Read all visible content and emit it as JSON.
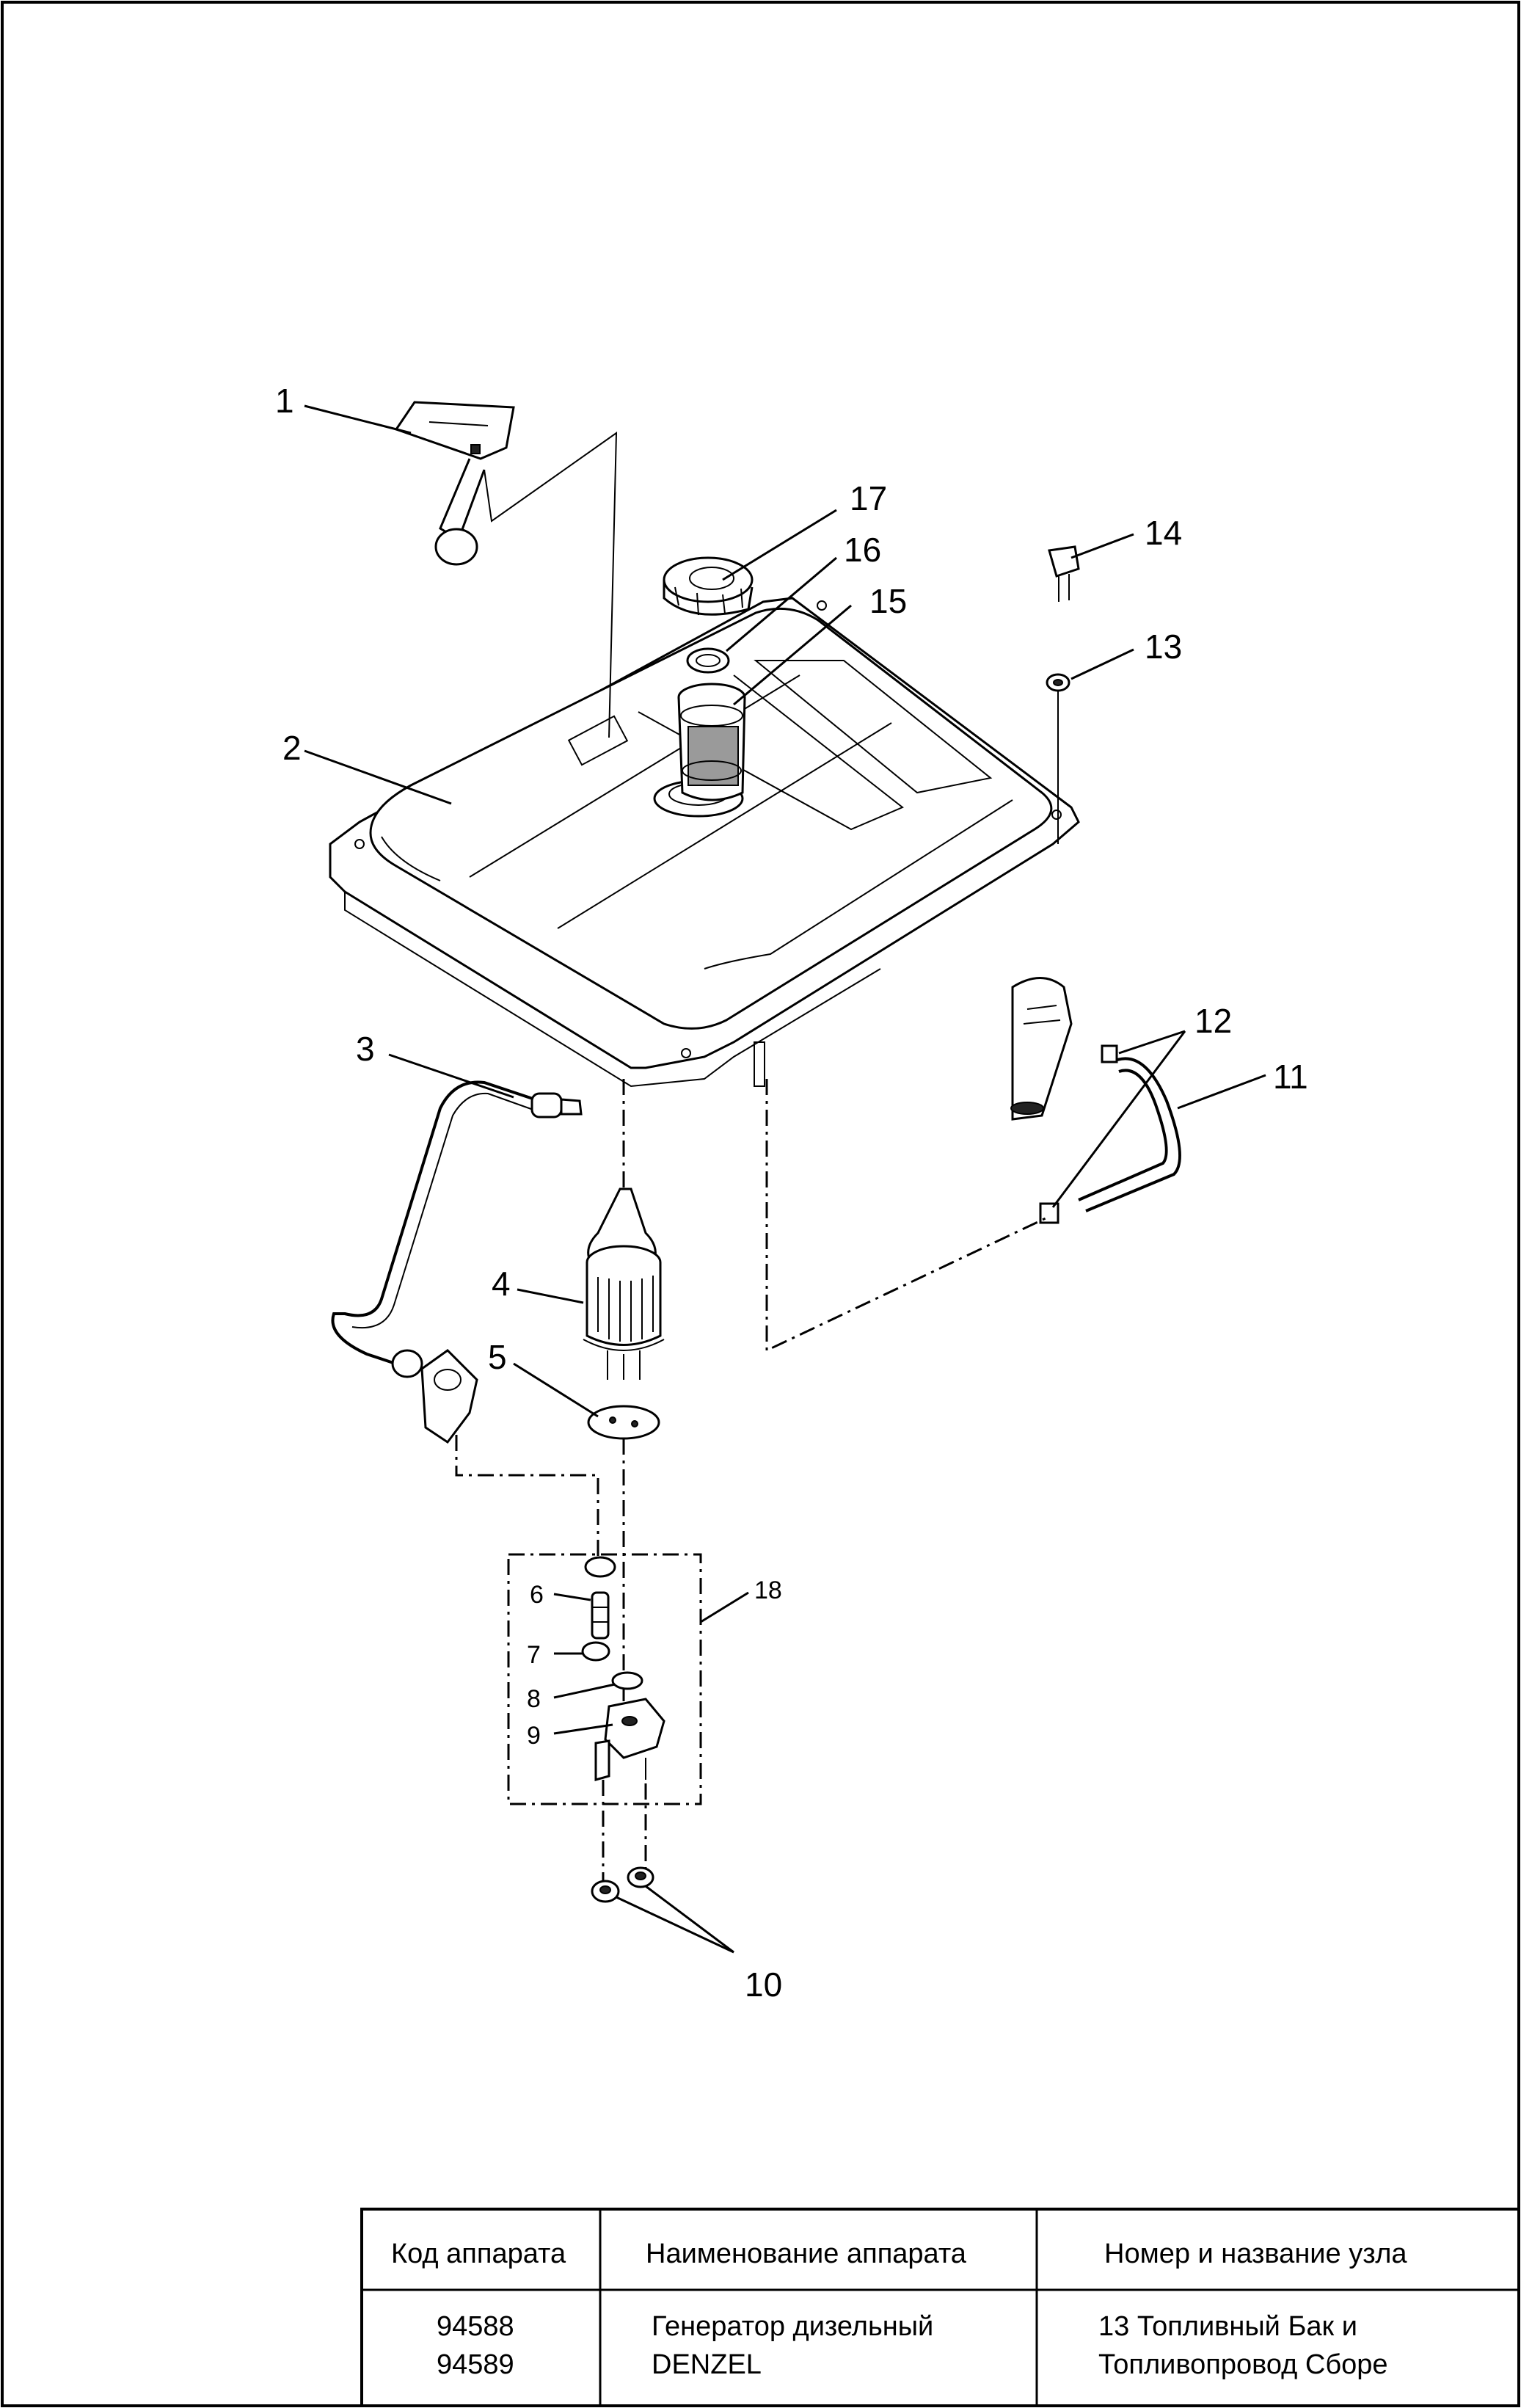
{
  "callouts": {
    "c1": "1",
    "c2": "2",
    "c3": "3",
    "c4": "4",
    "c5": "5",
    "c6": "6",
    "c7": "7",
    "c8": "8",
    "c9": "9",
    "c10": "10",
    "c11": "11",
    "c12": "12",
    "c13": "13",
    "c14": "14",
    "c15": "15",
    "c16": "16",
    "c17": "17",
    "c18": "18"
  },
  "table": {
    "headers": [
      "Код аппарата",
      "Наименование аппарата",
      "Номер и название узла"
    ],
    "row": {
      "code_1": "94588",
      "code_2": "94589",
      "name_1": "Генератор дизельный",
      "name_2": "DENZEL",
      "unit_1": "13 Топливный Бак и",
      "unit_2": "Топливопровод Сборе"
    }
  }
}
